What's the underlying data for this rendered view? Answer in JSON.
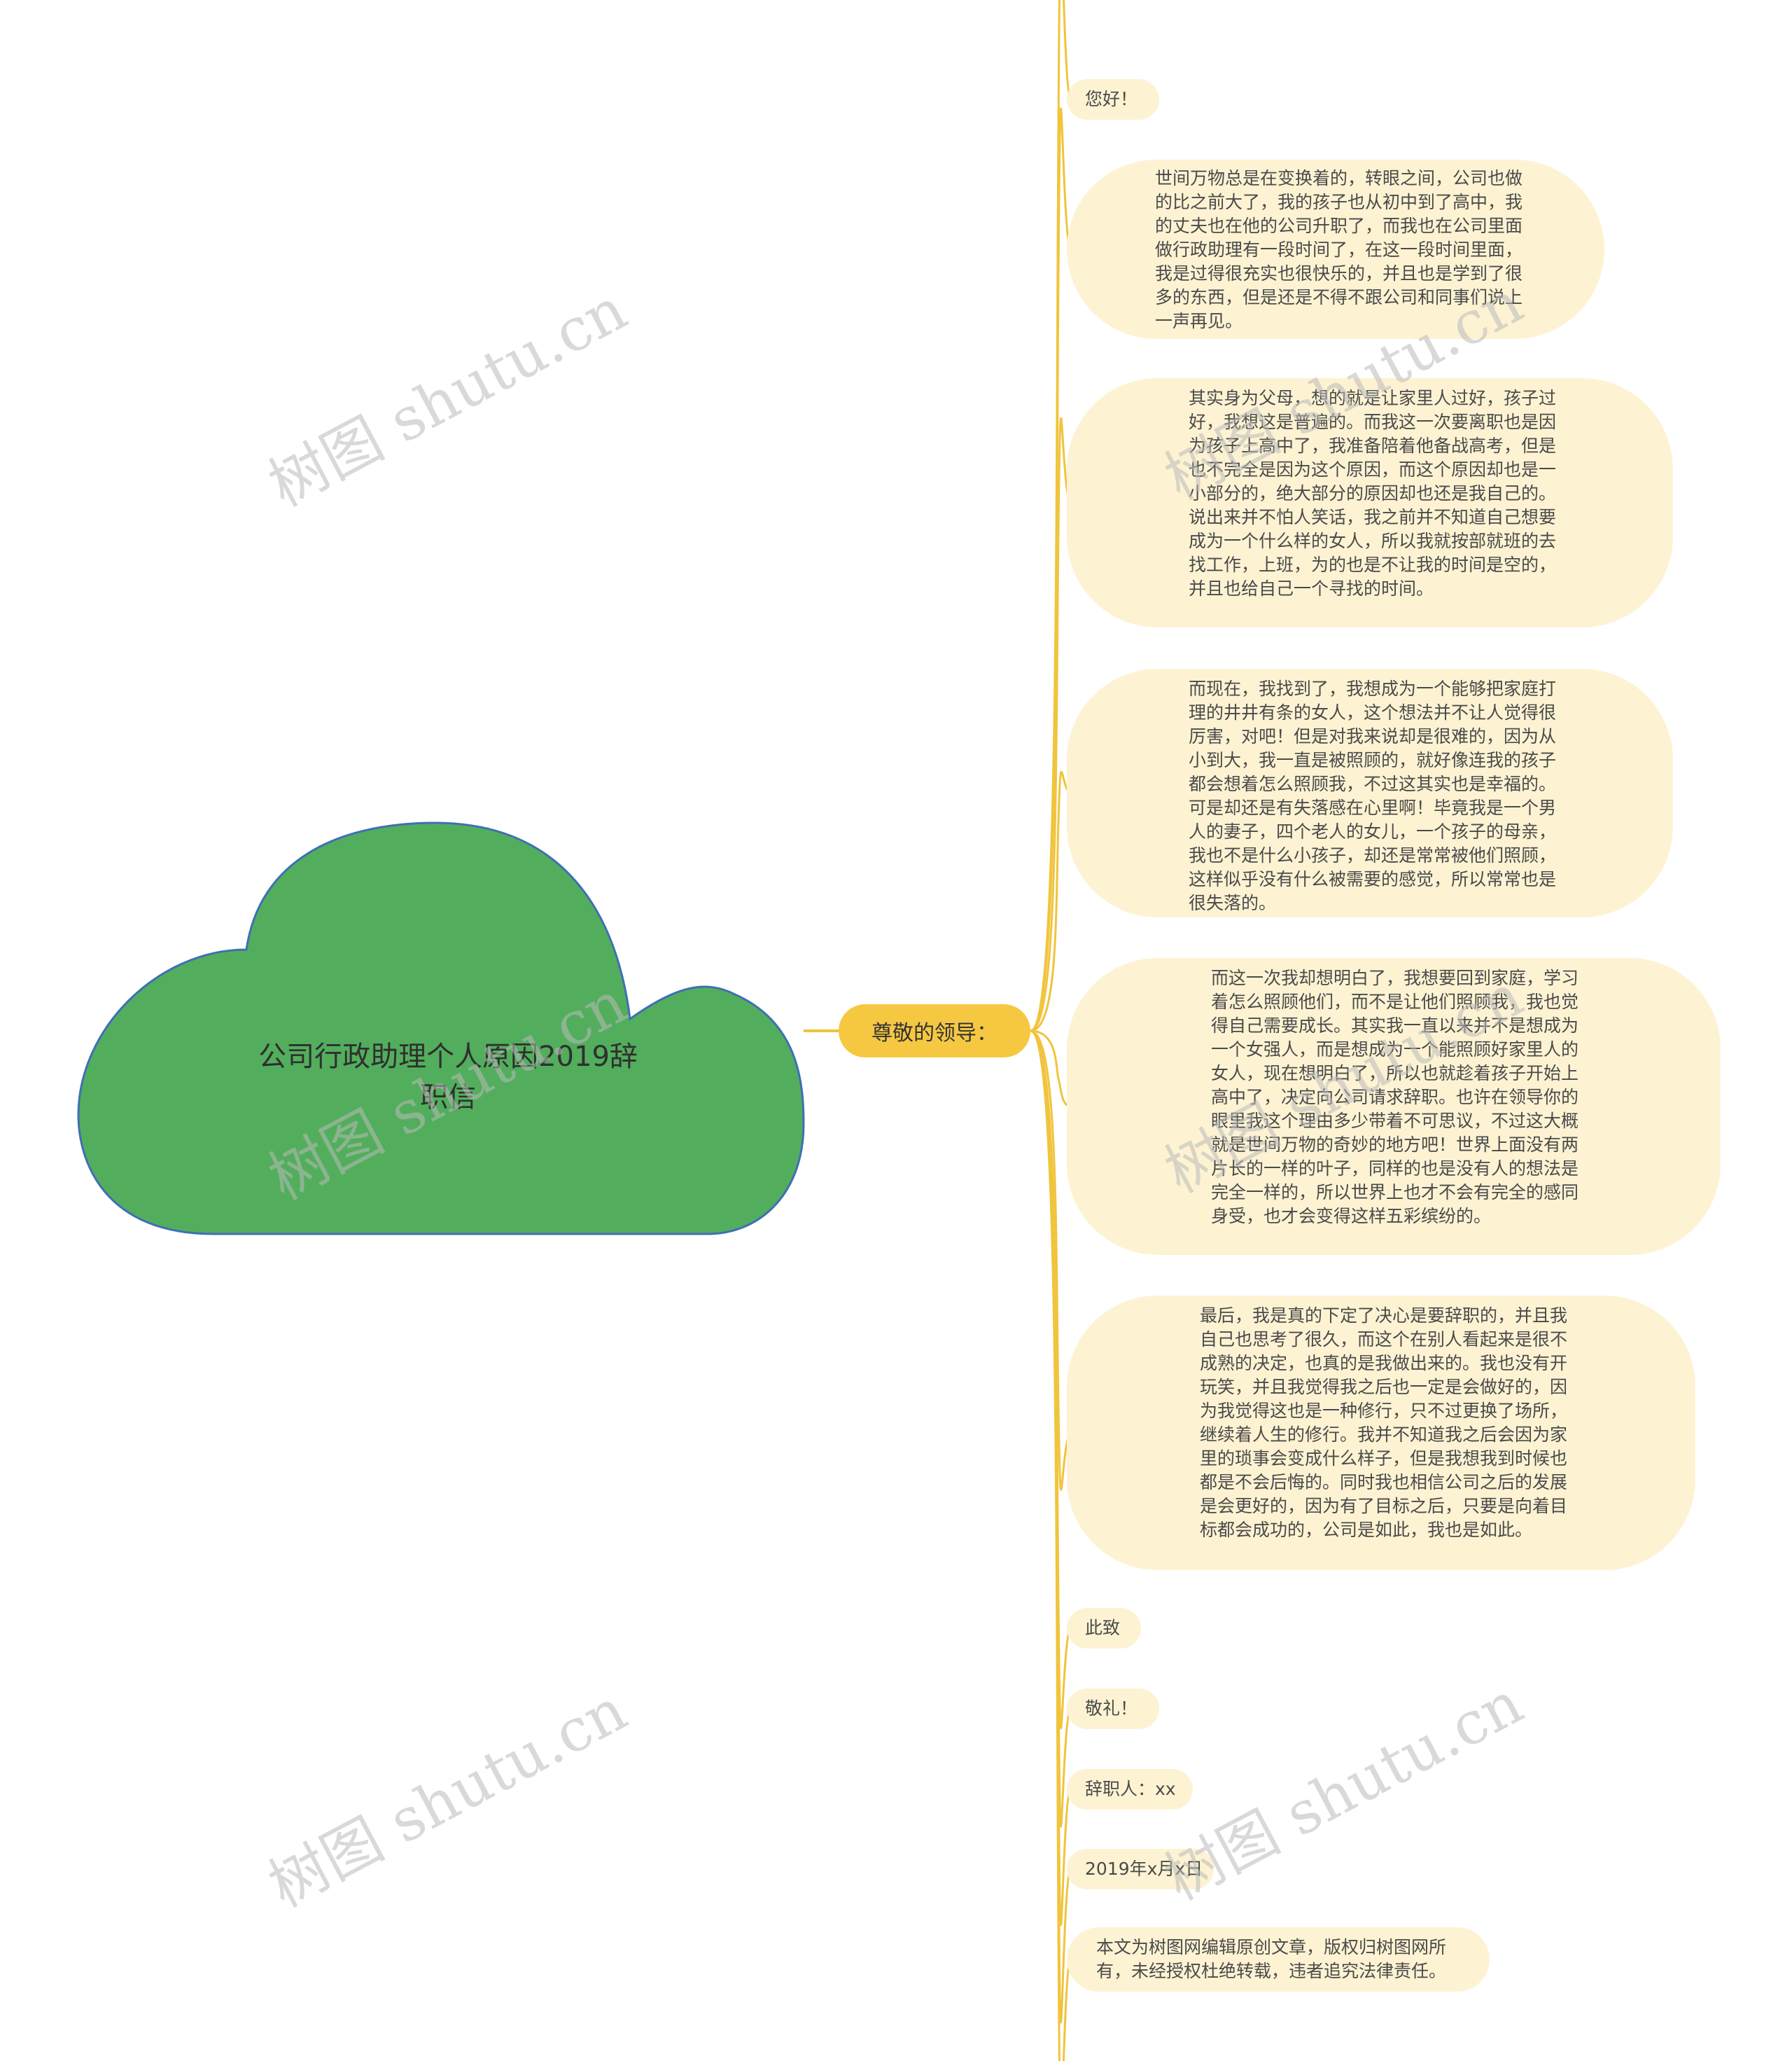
{
  "root": {
    "title": "公司行政助理个人原因2019辞职信",
    "color": "#52ae5c"
  },
  "branch": {
    "label": "尊敬的领导：",
    "color": "#f6c842"
  },
  "leaves": [
    {
      "text": "您好！"
    },
    {
      "text": "世间万物总是在变换着的，转眼之间，公司也做的比之前大了，我的孩子也从初中到了高中，我的丈夫也在他的公司升职了，而我也在公司里面做行政助理有一段时间了，在这一段时间里面，我是过得很充实也很快乐的，并且也是学到了很多的东西，但是还是不得不跟公司和同事们说上一声再见。"
    },
    {
      "text": "其实身为父母，想的就是让家里人过好，孩子过好，我想这是普遍的。而我这一次要离职也是因为孩子上高中了，我准备陪着他备战高考，但是也不完全是因为这个原因，而这个原因却也是一小部分的，绝大部分的原因却也还是我自己的。说出来并不怕人笑话，我之前并不知道自己想要成为一个什么样的女人，所以我就按部就班的去找工作，上班，为的也是不让我的时间是空的，并且也给自己一个寻找的时间。"
    },
    {
      "text": "而现在，我找到了，我想成为一个能够把家庭打理的井井有条的女人，这个想法并不让人觉得很厉害，对吧！但是对我来说却是很难的，因为从小到大，我一直是被照顾的，就好像连我的孩子都会想着怎么照顾我，不过这其实也是幸福的。可是却还是有失落感在心里啊！毕竟我是一个男人的妻子，四个老人的女儿，一个孩子的母亲，我也不是什么小孩子，却还是常常被他们照顾，这样似乎没有什么被需要的感觉，所以常常也是很失落的。"
    },
    {
      "text": "而这一次我却想明白了，我想要回到家庭，学习着怎么照顾他们，而不是让他们照顾我，我也觉得自己需要成长。其实我一直以来并不是想成为一个女强人，而是想成为一个能照顾好家里人的女人，现在想明白了，所以也就趁着孩子开始上高中了，决定向公司请求辞职。也许在领导你的眼里我这个理由多少带着不可思议，不过这大概就是世间万物的奇妙的地方吧！世界上面没有两片长的一样的叶子，同样的也是没有人的想法是完全一样的，所以世界上也才不会有完全的感同身受，也才会变得这样五彩缤纷的。"
    },
    {
      "text": "最后，我是真的下定了决心是要辞职的，并且我自己也思考了很久，而这个在别人看起来是很不成熟的决定，也真的是我做出来的。我也没有开玩笑，并且我觉得我之后也一定是会做好的，因为我觉得这也是一种修行，只不过更换了场所，继续着人生的修行。我并不知道我之后会因为家里的琐事会变成什么样子，但是我想我到时候也都是不会后悔的。同时我也相信公司之后的发展是会更好的，因为有了目标之后，只要是向着目标都会成功的，公司是如此，我也是如此。"
    },
    {
      "text": "此致"
    },
    {
      "text": "敬礼！"
    },
    {
      "text": "辞职人：xx"
    },
    {
      "text": "2019年x月x日"
    },
    {
      "text": "本文为树图网编辑原创文章，版权归树图网所有，未经授权杜绝转载，违者追究法律责任。"
    }
  ],
  "watermark": "树图 shutu.cn",
  "colors": {
    "connector": "#f0c43c",
    "leaf_bg": "#fdf3d3",
    "cloud_stroke": "#3f6fb5"
  }
}
